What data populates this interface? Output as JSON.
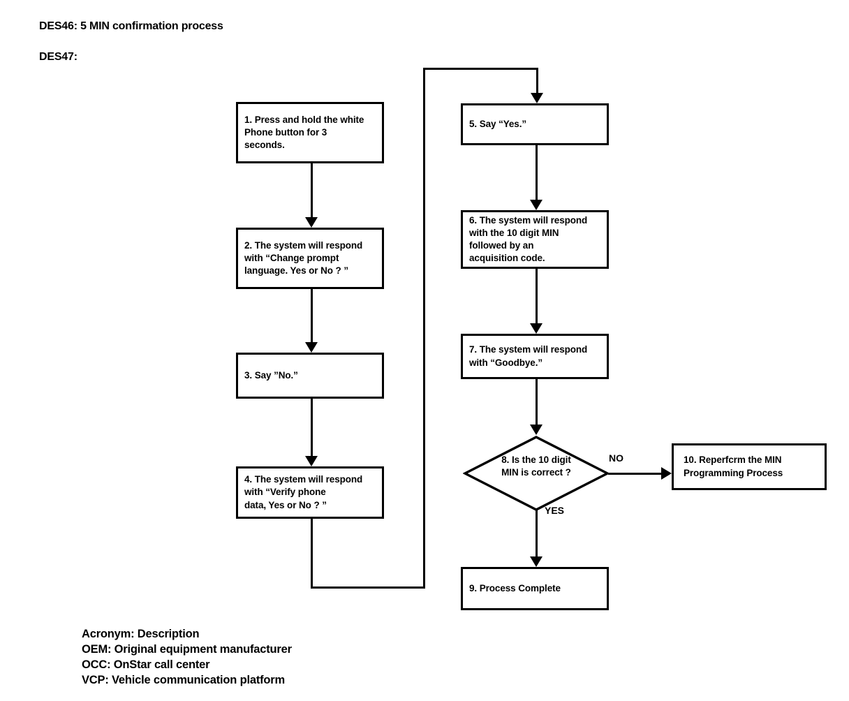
{
  "document": {
    "headings": {
      "des46": "DES46: 5 MIN confirmation process",
      "des47": "DES47:"
    }
  },
  "flowchart": {
    "nodes": [
      {
        "id": "step-1",
        "shape": "process",
        "text": "1. Press and hold the white\n    Phone button for 3\n    seconds."
      },
      {
        "id": "step-2",
        "shape": "process",
        "text": "2. The system will respond\n    with “Change prompt\n    language. Yes or No ? ”"
      },
      {
        "id": "step-3",
        "shape": "process",
        "text": "3. Say ”No.”"
      },
      {
        "id": "step-4",
        "shape": "process",
        "text": "4. The system will respond\n    with “Verify phone\n    data, Yes or No ? ”"
      },
      {
        "id": "step-5",
        "shape": "process",
        "text": "5. Say “Yes.”"
      },
      {
        "id": "step-6",
        "shape": "process",
        "text": "6. The system will respond\n    with the 10 digit MIN\n    followed by an\n    acquisition code."
      },
      {
        "id": "step-7",
        "shape": "process",
        "text": "7. The system will respond\n    with “Goodbye.”"
      },
      {
        "id": "step-8",
        "shape": "decision",
        "text": "8. Is the 10 digit\nMIN is correct ?"
      },
      {
        "id": "step-9",
        "shape": "process",
        "text": "9. Process Complete"
      },
      {
        "id": "step-10",
        "shape": "process",
        "text": "10. Reperfcrm the MIN\n      Programming Process"
      }
    ],
    "branch_labels": {
      "no": "NO",
      "yes": "YES"
    }
  },
  "legend": {
    "lines": [
      "Acronym: Description",
      "OEM: Original equipment manufacturer",
      "OCC: OnStar call center",
      "VCP: Vehicle communication platform"
    ]
  },
  "style": {
    "stroke": "#000000",
    "background": "#ffffff"
  }
}
